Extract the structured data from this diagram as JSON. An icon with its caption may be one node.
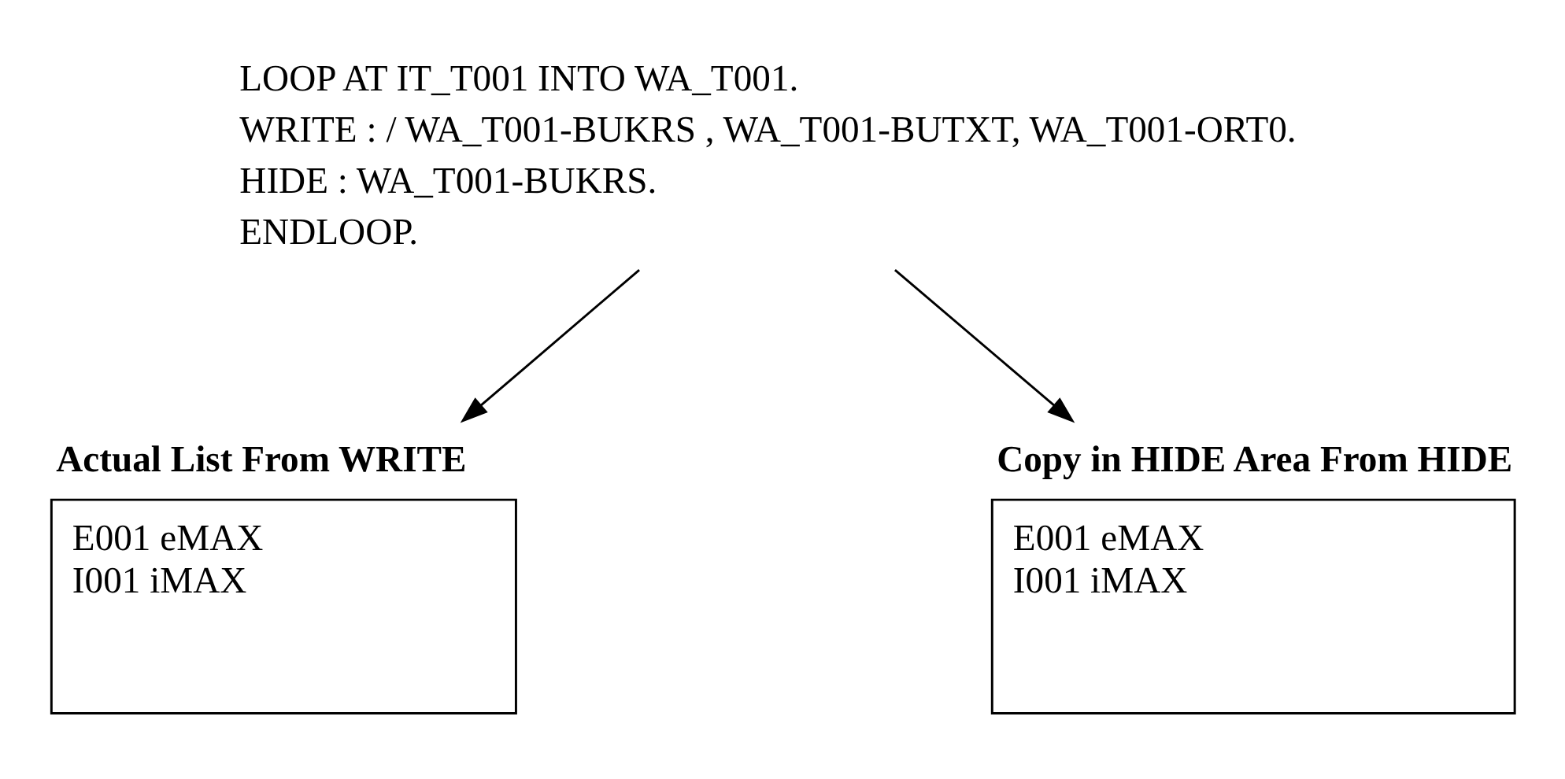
{
  "diagram": {
    "nodes": [
      {
        "text": [
          "LOOP AT IT_T001 INTO WA_T001.",
          "WRITE : / WA_T001-BUKRS , WA_T001-BUTXT, WA_T001-ORT0.",
          "HIDE : WA_T001-BUKRS.",
          "ENDLOOP."
        ]
      },
      {
        "text": [
          "Actual List From WRITE",
          "E001 eMAX",
          "I001 iMAX"
        ]
      },
      {
        "text": [
          "Copy in HIDE Area From HIDE",
          "E001 eMAX",
          "I001 iMAX"
        ]
      }
    ],
    "edges": [
      {
        "from": 0,
        "to": 1,
        "arrow": "to"
      },
      {
        "from": 0,
        "to": 2,
        "arrow": "to"
      }
    ]
  }
}
